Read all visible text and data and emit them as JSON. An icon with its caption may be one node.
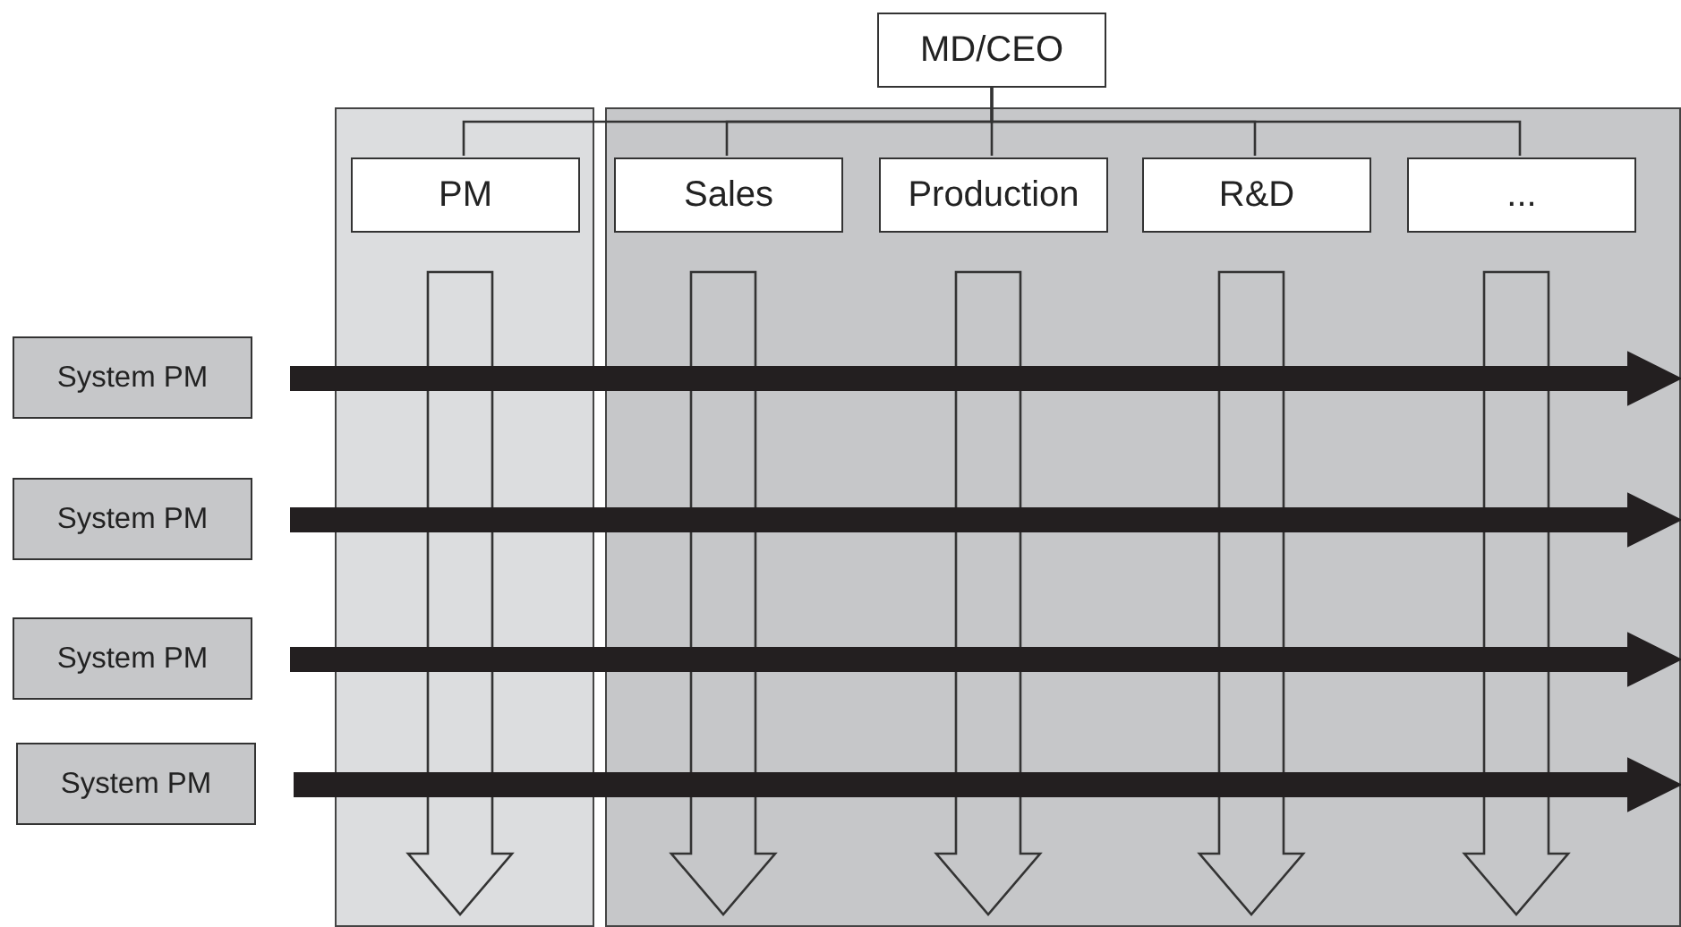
{
  "diagram": {
    "nodes": [
      {
        "text": [
          "MD/CEO"
        ]
      },
      {
        "text": [],
        "shape": "box"
      },
      {
        "text": [
          "PM"
        ],
        "in": 1
      },
      {
        "text": [],
        "shape": "box"
      },
      {
        "text": [
          "Sales"
        ],
        "in": 3
      },
      {
        "text": [
          "Production"
        ],
        "in": 3
      },
      {
        "text": [
          "R&D"
        ],
        "in": 3
      },
      {
        "text": [
          "..."
        ],
        "in": 3
      },
      {
        "text": [
          "System PM"
        ]
      },
      {
        "text": [
          "System PM"
        ]
      },
      {
        "text": [
          "System PM"
        ]
      },
      {
        "text": [
          "System PM"
        ]
      }
    ],
    "edges": [
      {
        "from": 0,
        "to": 2,
        "arrow": "none"
      },
      {
        "from": 0,
        "to": 4,
        "arrow": "none"
      },
      {
        "from": 0,
        "to": 5,
        "arrow": "none"
      },
      {
        "from": 0,
        "to": 6,
        "arrow": "none"
      },
      {
        "from": 0,
        "to": 7,
        "arrow": "none"
      },
      {
        "from": 2,
        "to": null,
        "arrow": "to"
      },
      {
        "from": 4,
        "to": null,
        "arrow": "to"
      },
      {
        "from": 5,
        "to": null,
        "arrow": "to"
      },
      {
        "from": 6,
        "to": null,
        "arrow": "to"
      },
      {
        "from": 7,
        "to": null,
        "arrow": "to"
      },
      {
        "from": 8,
        "to": 3,
        "arrow": "to",
        "style": "thick"
      },
      {
        "from": 9,
        "to": 3,
        "arrow": "to",
        "style": "thick"
      },
      {
        "from": 10,
        "to": 3,
        "arrow": "to",
        "style": "thick"
      },
      {
        "from": 11,
        "to": 3,
        "arrow": "to",
        "style": "thick"
      }
    ]
  }
}
